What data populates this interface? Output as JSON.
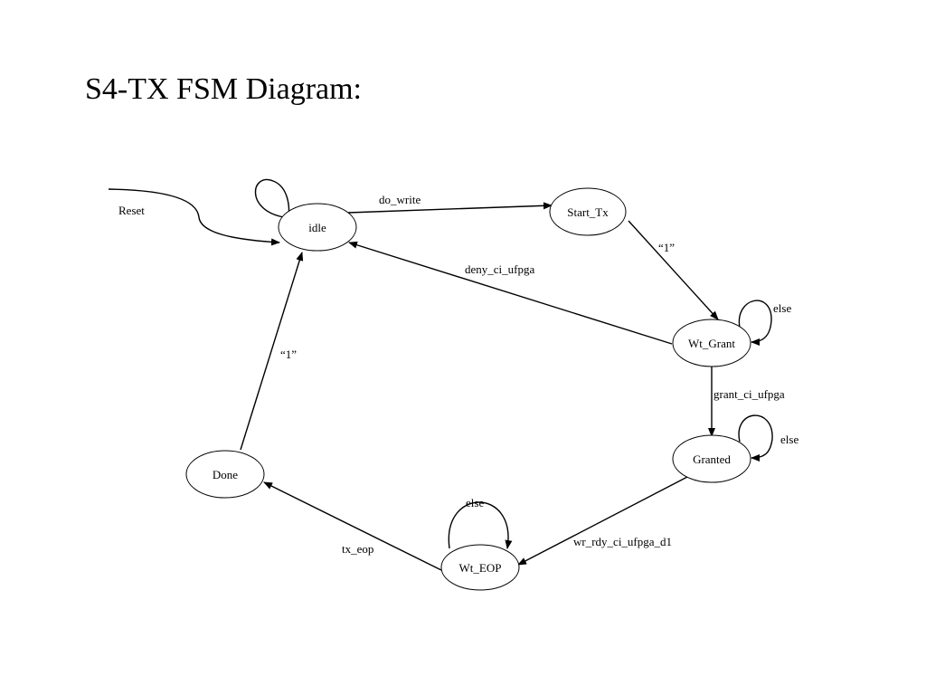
{
  "title": "S4-TX FSM Diagram:",
  "reset_label": "Reset",
  "states": {
    "idle": "idle",
    "start_tx": "Start_Tx",
    "wt_grant": "Wt_Grant",
    "granted": "Granted",
    "wt_eop": "Wt_EOP",
    "done": "Done"
  },
  "transitions": {
    "idle_to_start_tx": "do_write",
    "start_tx_to_wt_grant": "“1”",
    "wt_grant_to_idle": "deny_ci_ufpga",
    "wt_grant_self": "else",
    "wt_grant_to_granted": "grant_ci_ufpga",
    "granted_self": "else",
    "granted_to_wt_eop": "wr_rdy_ci_ufpga_d1",
    "wt_eop_self": "else",
    "wt_eop_to_done": "tx_eop",
    "done_to_idle": "“1”"
  }
}
